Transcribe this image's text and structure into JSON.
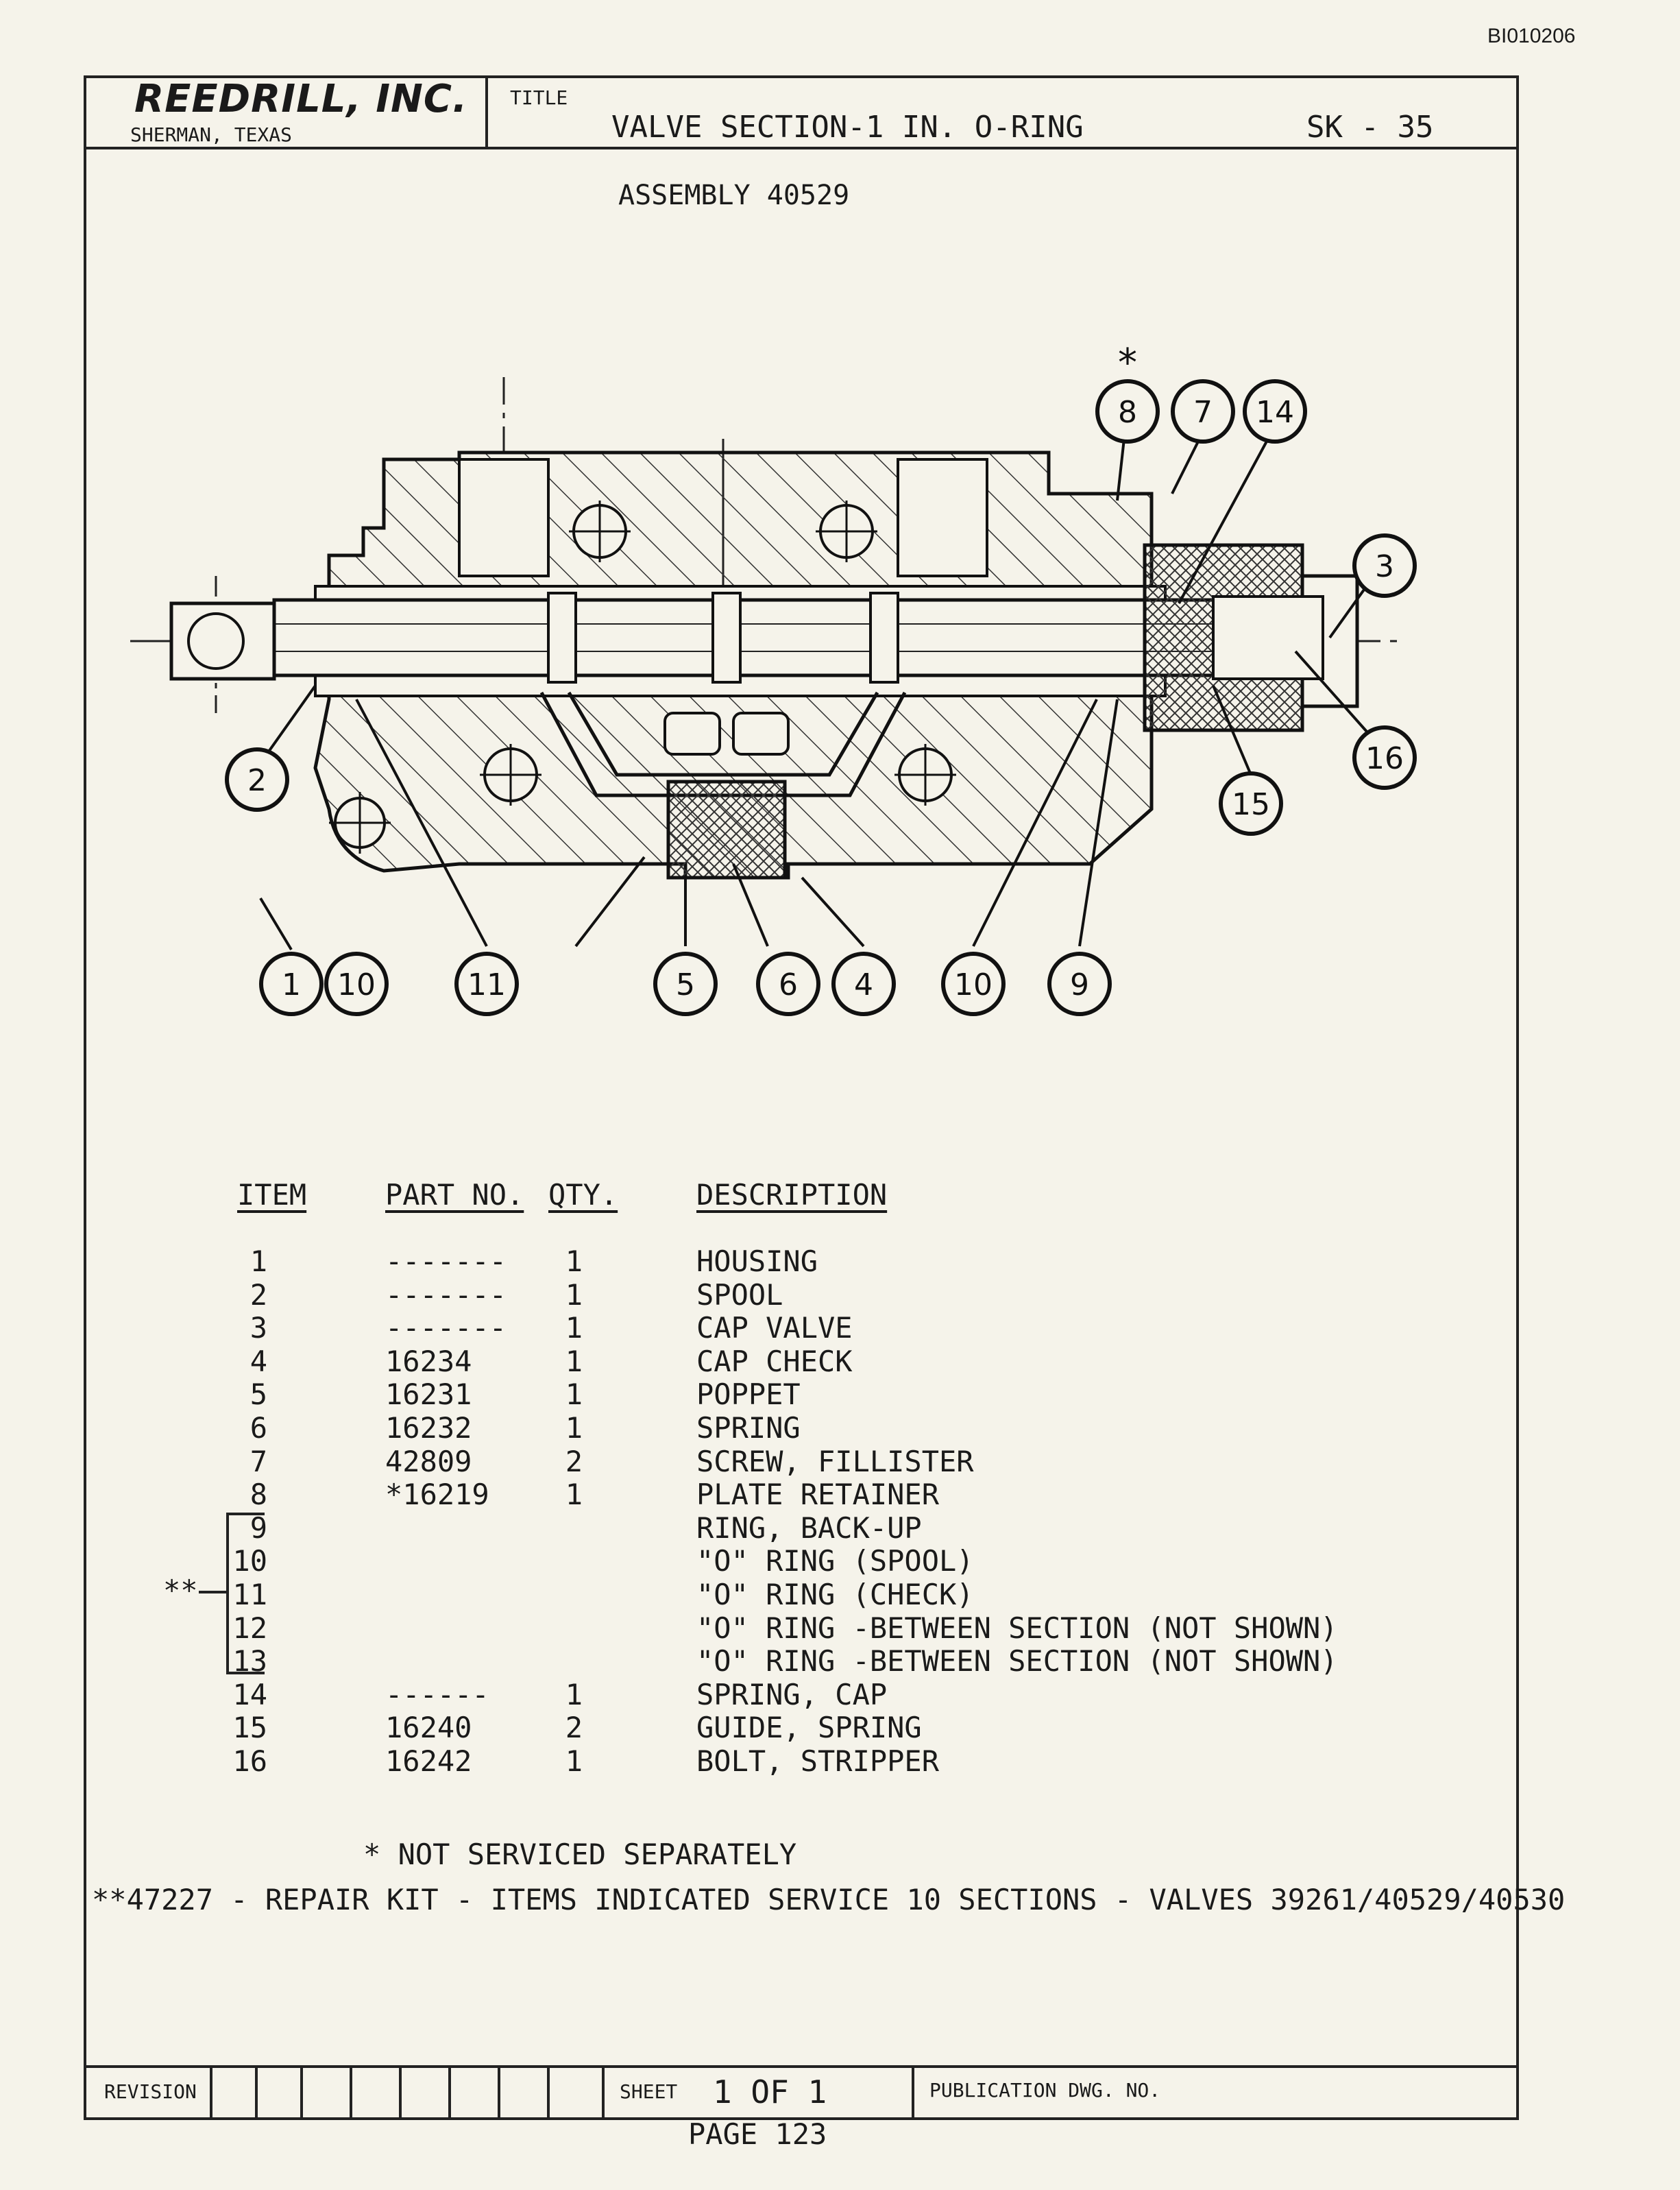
{
  "doc_id": "BI010206",
  "company": {
    "name": "REEDRILL, INC.",
    "location": "SHERMAN, TEXAS"
  },
  "title_label": "TITLE",
  "title": "VALVE SECTION-1 IN. O-RING",
  "sheet_code": "SK - 35",
  "assembly": "ASSEMBLY 40529",
  "callouts": [
    "1",
    "10",
    "11",
    "5",
    "6",
    "4",
    "10",
    "9",
    "2",
    "3",
    "16",
    "15",
    "8",
    "7",
    "14"
  ],
  "star_mark": "*",
  "table": {
    "headers": {
      "item": "ITEM",
      "part": "PART NO.",
      "qty": "QTY.",
      "desc": "DESCRIPTION"
    },
    "rows": [
      {
        "item": "1",
        "part": "-------",
        "qty": "1",
        "desc": "HOUSING"
      },
      {
        "item": "2",
        "part": "-------",
        "qty": "1",
        "desc": "SPOOL"
      },
      {
        "item": "3",
        "part": "-------",
        "qty": "1",
        "desc": "CAP VALVE"
      },
      {
        "item": "4",
        "part": "16234",
        "qty": "1",
        "desc": "CAP CHECK"
      },
      {
        "item": "5",
        "part": "16231",
        "qty": "1",
        "desc": "POPPET"
      },
      {
        "item": "6",
        "part": "16232",
        "qty": "1",
        "desc": "SPRING"
      },
      {
        "item": "7",
        "part": "42809",
        "qty": "2",
        "desc": "SCREW, FILLISTER"
      },
      {
        "item": "8",
        "part": "*16219",
        "qty": "1",
        "desc": "PLATE RETAINER"
      },
      {
        "item": "9",
        "part": "",
        "qty": "",
        "desc": "RING, BACK-UP"
      },
      {
        "item": "10",
        "part": "",
        "qty": "",
        "desc": "\"O\" RING (SPOOL)"
      },
      {
        "item": "11",
        "part": "",
        "qty": "",
        "desc": "\"O\" RING (CHECK)"
      },
      {
        "item": "12",
        "part": "",
        "qty": "",
        "desc": "\"O\" RING -BETWEEN SECTION (NOT SHOWN)"
      },
      {
        "item": "13",
        "part": "",
        "qty": "",
        "desc": "\"O\" RING -BETWEEN SECTION (NOT SHOWN)"
      },
      {
        "item": "14",
        "part": "------",
        "qty": "1",
        "desc": "SPRING, CAP"
      },
      {
        "item": "15",
        "part": "16240",
        "qty": "2",
        "desc": "GUIDE, SPRING"
      },
      {
        "item": "16",
        "part": "16242",
        "qty": "1",
        "desc": "BOLT, STRIPPER"
      }
    ],
    "bracket_mark": "**"
  },
  "note_not_serviced": "* NOT SERVICED SEPARATELY",
  "note_repair_kit": "**47227 - REPAIR KIT - ITEMS INDICATED SERVICE 10 SECTIONS - VALVES 39261/40529/40530",
  "title_block": {
    "revision_label": "REVISION",
    "sheet_label": "SHEET",
    "sheet_value": "1 OF 1",
    "publication_label": "PUBLICATION DWG. NO."
  },
  "page_number": "PAGE 123"
}
